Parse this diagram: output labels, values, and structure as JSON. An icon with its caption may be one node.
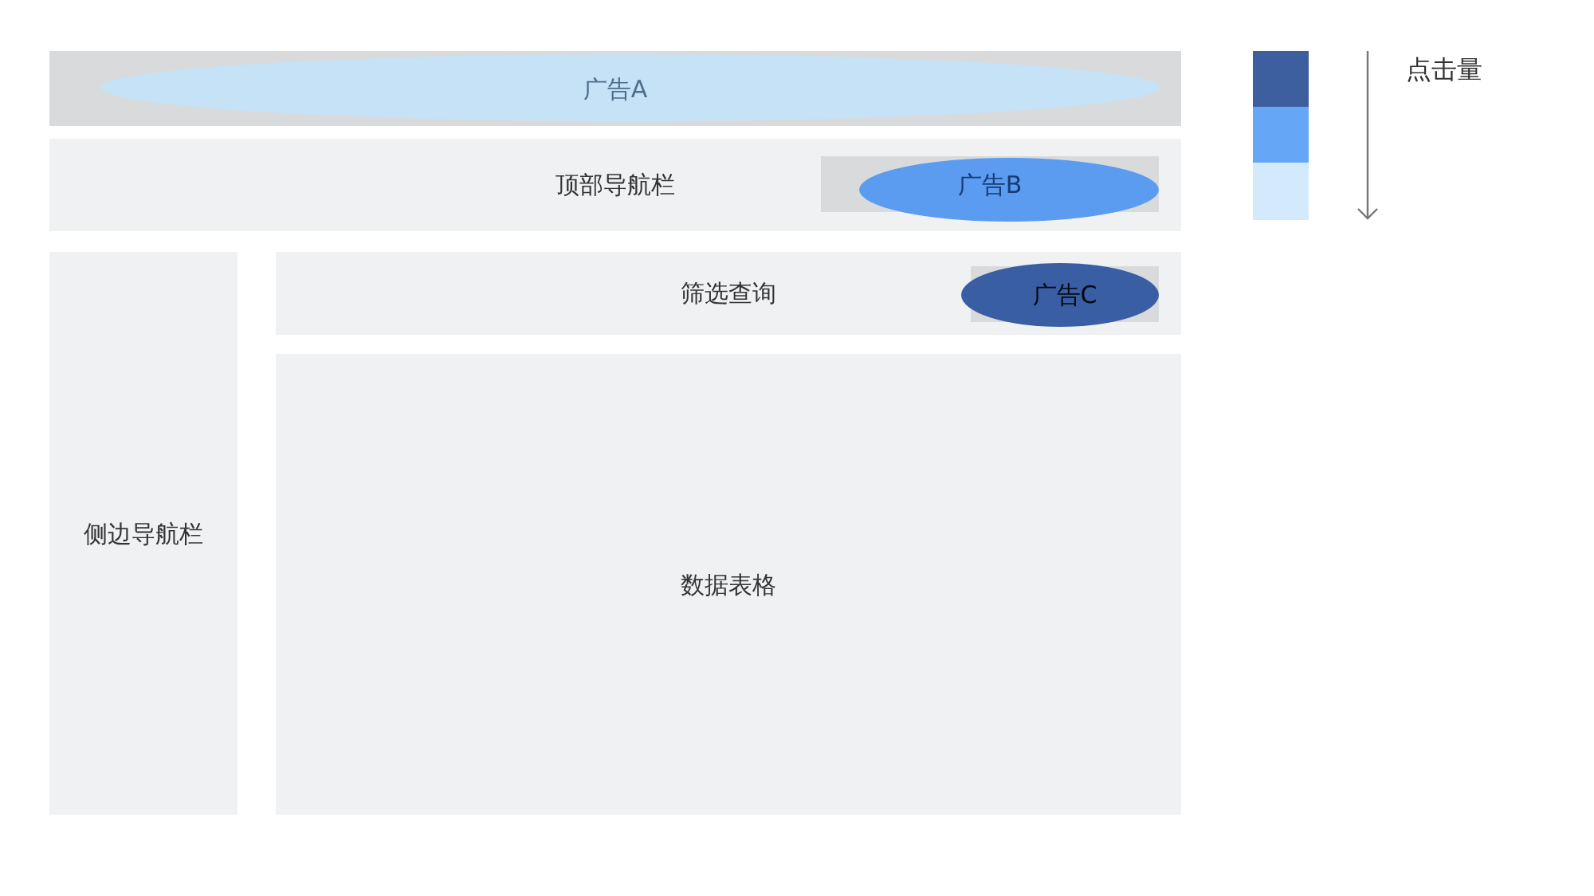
{
  "diagram": {
    "nodes": [
      {
        "text": [
          "广告A"
        ]
      },
      {
        "text": [
          "顶部导航栏"
        ]
      },
      {
        "text": [
          "广告B"
        ],
        "in": 1
      },
      {
        "text": [
          "侧边导航栏"
        ]
      },
      {
        "text": [
          "筛选查询"
        ]
      },
      {
        "text": [
          "广告C"
        ],
        "in": 4
      },
      {
        "text": [
          "数据表格"
        ]
      }
    ],
    "labels": [
      "点击量"
    ]
  }
}
